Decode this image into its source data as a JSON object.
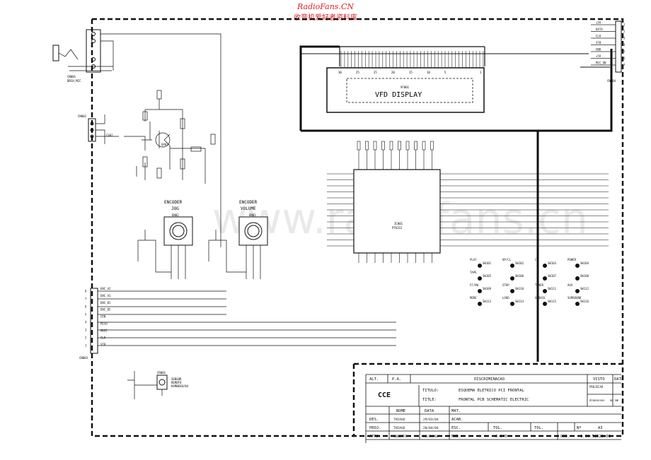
{
  "watermark": {
    "site": "RadioFans.CN",
    "subtitle": "收音机爱好者资料库",
    "faint": "www.radiofans.cn"
  },
  "vfd": {
    "title": "VFD DISPLAY",
    "ref": "VF001",
    "pins": [
      "30",
      "25",
      "25",
      "20",
      "15",
      "10",
      "5",
      "1"
    ]
  },
  "ic": {
    "ref": "IC001",
    "part": "PT6312"
  },
  "encoders": [
    {
      "label1": "ENCODER",
      "label2": "JOG",
      "ref": "EN02"
    },
    {
      "label1": "ENCODER",
      "label2": "VOLUME",
      "ref": "EN01"
    }
  ],
  "connectors": {
    "left_top": {
      "ref": "CN001",
      "sub": "DRCH_MIC"
    },
    "left_mid": {
      "ref": "CN002"
    },
    "left_bottom": {
      "ref": "CN003",
      "pins": [
        "8",
        "7",
        "6",
        "5",
        "4",
        "3",
        "2",
        "1"
      ],
      "nets": [
        "ENC_A2",
        "ENC_A1",
        "ENC_B1",
        "ENC_B2",
        "CEN",
        "MISO",
        "MOSI",
        "CLK",
        "STB"
      ]
    },
    "right_top": {
      "ref": "CN004",
      "pins": [
        "1",
        "2",
        "3",
        "4",
        "5",
        "6",
        "7"
      ],
      "nets": [
        "+5V",
        "DATA",
        "CLK",
        "STB",
        "GND",
        "+5V",
        "MIC_ON"
      ]
    }
  },
  "sensor": {
    "ref": "CR001",
    "l1": "SENSOR",
    "l2": "REMOTO",
    "l3": "HSM0038/04"
  },
  "keys": [
    {
      "ref": "SW101",
      "label": "PLAY"
    },
    {
      "ref": "SW102",
      "label": "OP/CL"
    },
    {
      "ref": "SW103",
      "label": "CD"
    },
    {
      "ref": "SW104",
      "label": "POWER"
    },
    {
      "ref": "SW105",
      "label": "TAPE"
    },
    {
      "ref": "SW106",
      "label": ""
    },
    {
      "ref": "SW107",
      "label": ""
    },
    {
      "ref": "SW108",
      "label": ""
    },
    {
      "ref": "SW109",
      "label": "FF/RW"
    },
    {
      "ref": "SW110",
      "label": "STOP"
    },
    {
      "ref": "SW111",
      "label": "TUNER"
    },
    {
      "ref": "SW112",
      "label": "AUX"
    },
    {
      "ref": "SW113",
      "label": "MODE"
    },
    {
      "ref": "SW114",
      "label": "LOUD"
    },
    {
      "ref": "SW115",
      "label": "X-BASS"
    },
    {
      "ref": "SW116",
      "label": "SURROUND"
    }
  ],
  "title_block": {
    "alt": "ALT.",
    "pa": "P.A.",
    "discriminacao": "DISCRIMINACAO",
    "visto": "VISTO",
    "data": "DATA",
    "projecao": "PROJECAO",
    "dimensoes": "dimensoes",
    "em_mm": "em mm",
    "logo": "CCE",
    "titulo_label": "TITULO:",
    "titulo": "ESQUEMA ELETRICO PCI FRONTAL",
    "title_label": "TITLE:",
    "title": "FRONTAL PCB SCHEMATIC ELECTRIC",
    "nome": "NOME",
    "data_col": "DATA",
    "mat": "MAT.",
    "rows": [
      {
        "role": "DES.",
        "name": "THIAGO",
        "date": "29/03/04",
        "f1": "ACAB."
      },
      {
        "role": "PROJ.",
        "name": "THIAGO",
        "date": "20/04/04",
        "f1": "ESC.",
        "tol": "TOL.",
        "tol2": "TOL.",
        "n": "Nº",
        "size": "A3"
      },
      {
        "role": "APRO.",
        "name": "ROBERTO",
        "date": "20/04/04",
        "f1": "MOD.",
        "model": "A-645",
        "cod": "COD.",
        "code": "1.00.52322.01"
      }
    ]
  }
}
